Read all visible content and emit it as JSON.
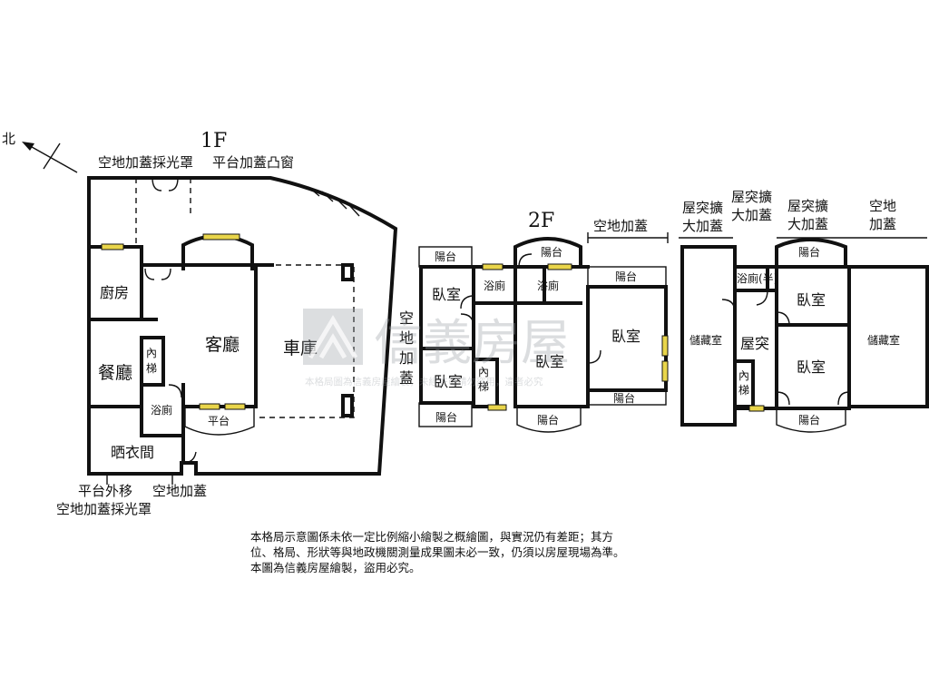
{
  "compass": {
    "north": "北"
  },
  "floors": {
    "f1": "1F",
    "f2": "2F"
  },
  "f1": {
    "top_label_1": "空地加蓋採光罩",
    "top_label_2": "平台加蓋凸窗",
    "kitchen": "廚房",
    "dining": "餐廳",
    "stair": "內梯",
    "bath": "浴廁",
    "living": "客廳",
    "garage": "車庫",
    "platform": "平台",
    "laundry": "晒衣間",
    "bottom_label_1": "平台外移",
    "bottom_label_2": "空地加蓋採光罩",
    "bottom_label_3": "空地加蓋"
  },
  "f2": {
    "annex_label": "空地加蓋",
    "side_vertical": [
      "空",
      "地",
      "加",
      "蓋"
    ],
    "balcony": "陽台",
    "bedroom": "臥室",
    "bath": "浴廁",
    "stair": [
      "內",
      "梯"
    ]
  },
  "roof": {
    "label_a_1": "屋突擴",
    "label_a_2": "大加蓋",
    "label_b_1": "屋突擴",
    "label_b_2": "大加蓋",
    "label_c_1": "屋突擴",
    "label_c_2": "大加蓋",
    "label_d_1": "空地",
    "label_d_2": "加蓋",
    "storage": "儲藏室",
    "bath_half": "浴廁(半)",
    "penthouse": "屋突",
    "stair": [
      "內",
      "梯"
    ],
    "balcony": "陽台",
    "bedroom": "臥室"
  },
  "watermark": {
    "brand": "信義房屋",
    "subline": "本格局圖為信義房屋繪製，未經許可請勿盜用，違者必究"
  },
  "disclaimer": [
    "本格局示意圖係未依一定比例縮小繪製之概繪圖，與實況仍有差距；其方",
    "位、格局、形狀等與地政機關測量成果圖未必一致，仍須以房屋現場為準。",
    "本圖為信義房屋繪製，盜用必究。"
  ]
}
